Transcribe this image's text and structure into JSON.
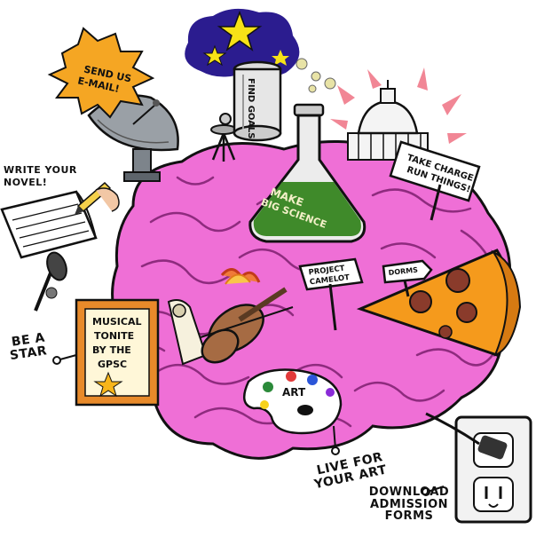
{
  "labels": {
    "send_email": [
      "SEND US",
      "E-MAIL!"
    ],
    "write_novel": [
      "WRITE YOUR",
      "NOVEL!"
    ],
    "be_a_star": [
      "BE A",
      "STAR"
    ],
    "musical": [
      "MUSICAL",
      "TONITE",
      "BY THE",
      "GPSC"
    ],
    "find_goals": "FIND GOALS",
    "make_big_science": [
      "MAKE",
      "BIG SCIENCE"
    ],
    "take_charge": [
      "TAKE CHARGE",
      "RUN THINGS!"
    ],
    "project_camelot": [
      "PROJECT",
      "CAMELOT"
    ],
    "dorms": "DORMS",
    "art": "ART",
    "live_for_art": [
      "LIVE FOR",
      "YOUR ART"
    ],
    "download_forms": [
      "DOWNLOAD",
      "ADMISSION",
      "FORMS"
    ]
  },
  "colors": {
    "brain": "#ef6fd6",
    "brain_dark": "#b93aa3",
    "night_sky": "#2b1c8f",
    "star": "#f7e217",
    "burst": "#f5a623",
    "flask_liquid": "#3f8a2a",
    "pizza": "#f59a1c",
    "pepperoni": "#8a3b2b",
    "sign_frame": "#e88a2a",
    "sun_rays": "#f07a8a"
  },
  "icons": [
    "satellite-dish-icon",
    "telescope-icon",
    "capitol-dome-icon",
    "violin-icon",
    "palette-icon",
    "electrical-outlet-icon",
    "pencil-icon"
  ]
}
